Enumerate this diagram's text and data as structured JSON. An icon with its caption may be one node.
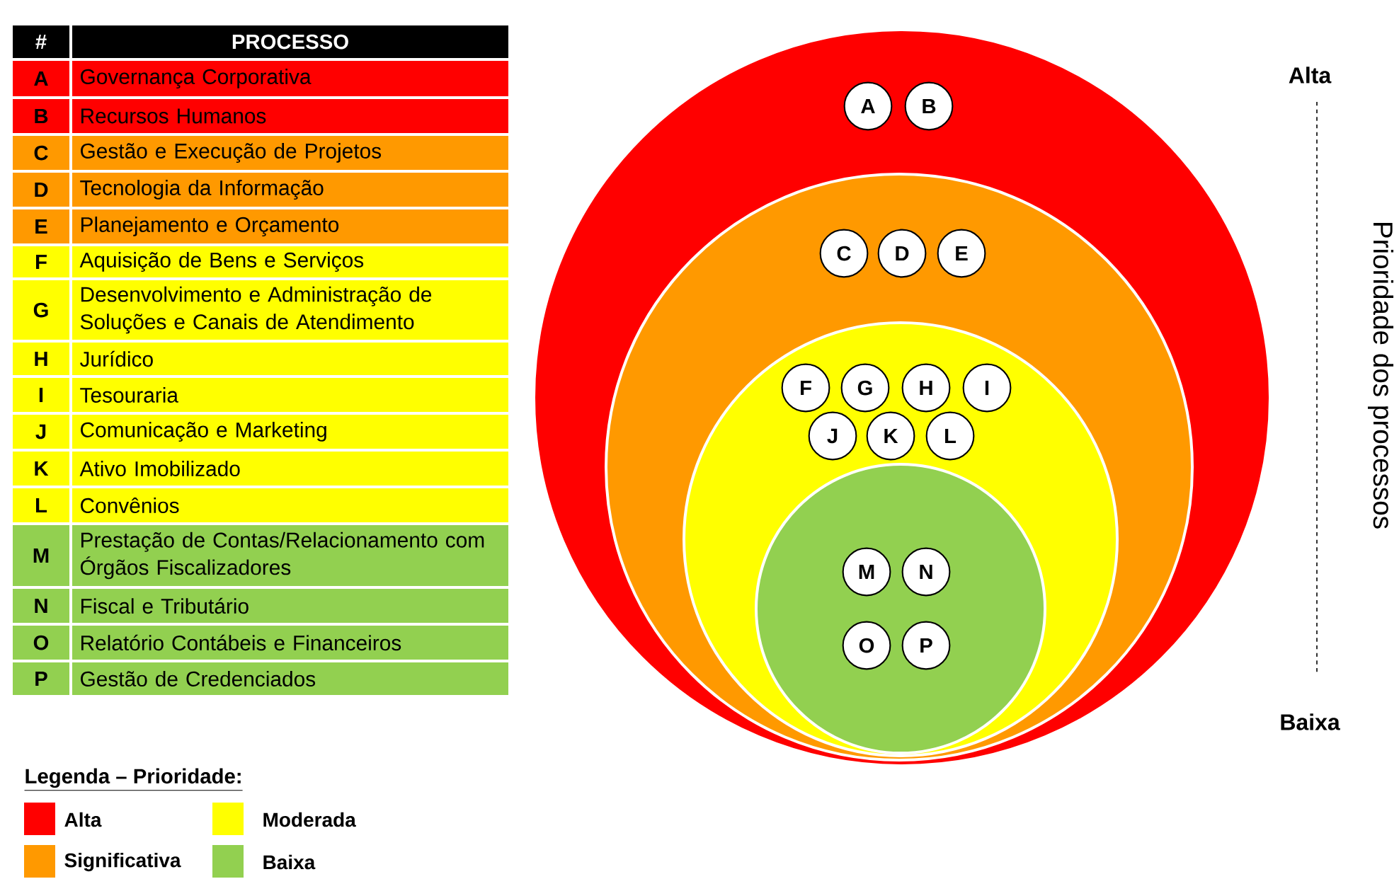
{
  "diagram": {
    "nodes": [
      {
        "text": [],
        "shape": "circle"
      },
      {
        "text": [],
        "shape": "circle",
        "in": 0
      },
      {
        "text": [],
        "shape": "circle",
        "in": 1
      },
      {
        "text": [],
        "shape": "circle",
        "in": 2
      },
      {
        "text": [
          "A"
        ],
        "in": 0
      },
      {
        "text": [
          "B"
        ],
        "in": 0
      },
      {
        "text": [
          "C"
        ],
        "in": 1
      },
      {
        "text": [
          "D"
        ],
        "in": 1
      },
      {
        "text": [
          "E"
        ],
        "in": 1
      },
      {
        "text": [
          "F"
        ],
        "in": 2
      },
      {
        "text": [
          "G"
        ],
        "in": 2
      },
      {
        "text": [
          "H"
        ],
        "in": 2
      },
      {
        "text": [
          "I"
        ],
        "in": 2
      },
      {
        "text": [
          "J"
        ],
        "in": 2
      },
      {
        "text": [
          "K"
        ],
        "in": 2
      },
      {
        "text": [
          "L"
        ],
        "in": 2
      },
      {
        "text": [
          "M"
        ],
        "in": 3
      },
      {
        "text": [
          "N"
        ],
        "in": 3
      },
      {
        "text": [
          "O"
        ],
        "in": 3
      },
      {
        "text": [
          "P"
        ],
        "in": 3
      }
    ],
    "labels": [
      "#",
      "PROCESSO",
      "A",
      "Governança Corporativa",
      "B",
      "Recursos Humanos",
      "C",
      "Gestão e Execução de Projetos",
      "D",
      "Tecnologia da Informação",
      "E",
      "Planejamento e Orçamento",
      "F",
      "Aquisição de Bens e Serviços",
      "G",
      "Desenvolvimento e Administração de Soluções e Canais de Atendimento",
      "H",
      "Jurídico",
      "I",
      "Tesouraria",
      "J",
      "Comunicação e Marketing",
      "K",
      "Ativo Imobilizado",
      "L",
      "Convênios",
      "M",
      "Prestação de Contas/Relacionamento com Órgãos Fiscalizadores",
      "N",
      "Fiscal e Tributário",
      "O",
      "Relatório Contábeis e Financeiros",
      "P",
      "Gestão de Credenciados",
      "Alta",
      "Prioridade dos processos",
      "Baixa",
      "Legenda – Prioridade:"
    ],
    "legend": [
      {
        "text": "Alta",
        "color": "#ff0000"
      },
      {
        "text": "Moderada",
        "color": "#ffff00"
      },
      {
        "text": "Significativa",
        "color": "#ff9900"
      },
      {
        "text": "Baixa",
        "color": "#92d050"
      }
    ]
  }
}
